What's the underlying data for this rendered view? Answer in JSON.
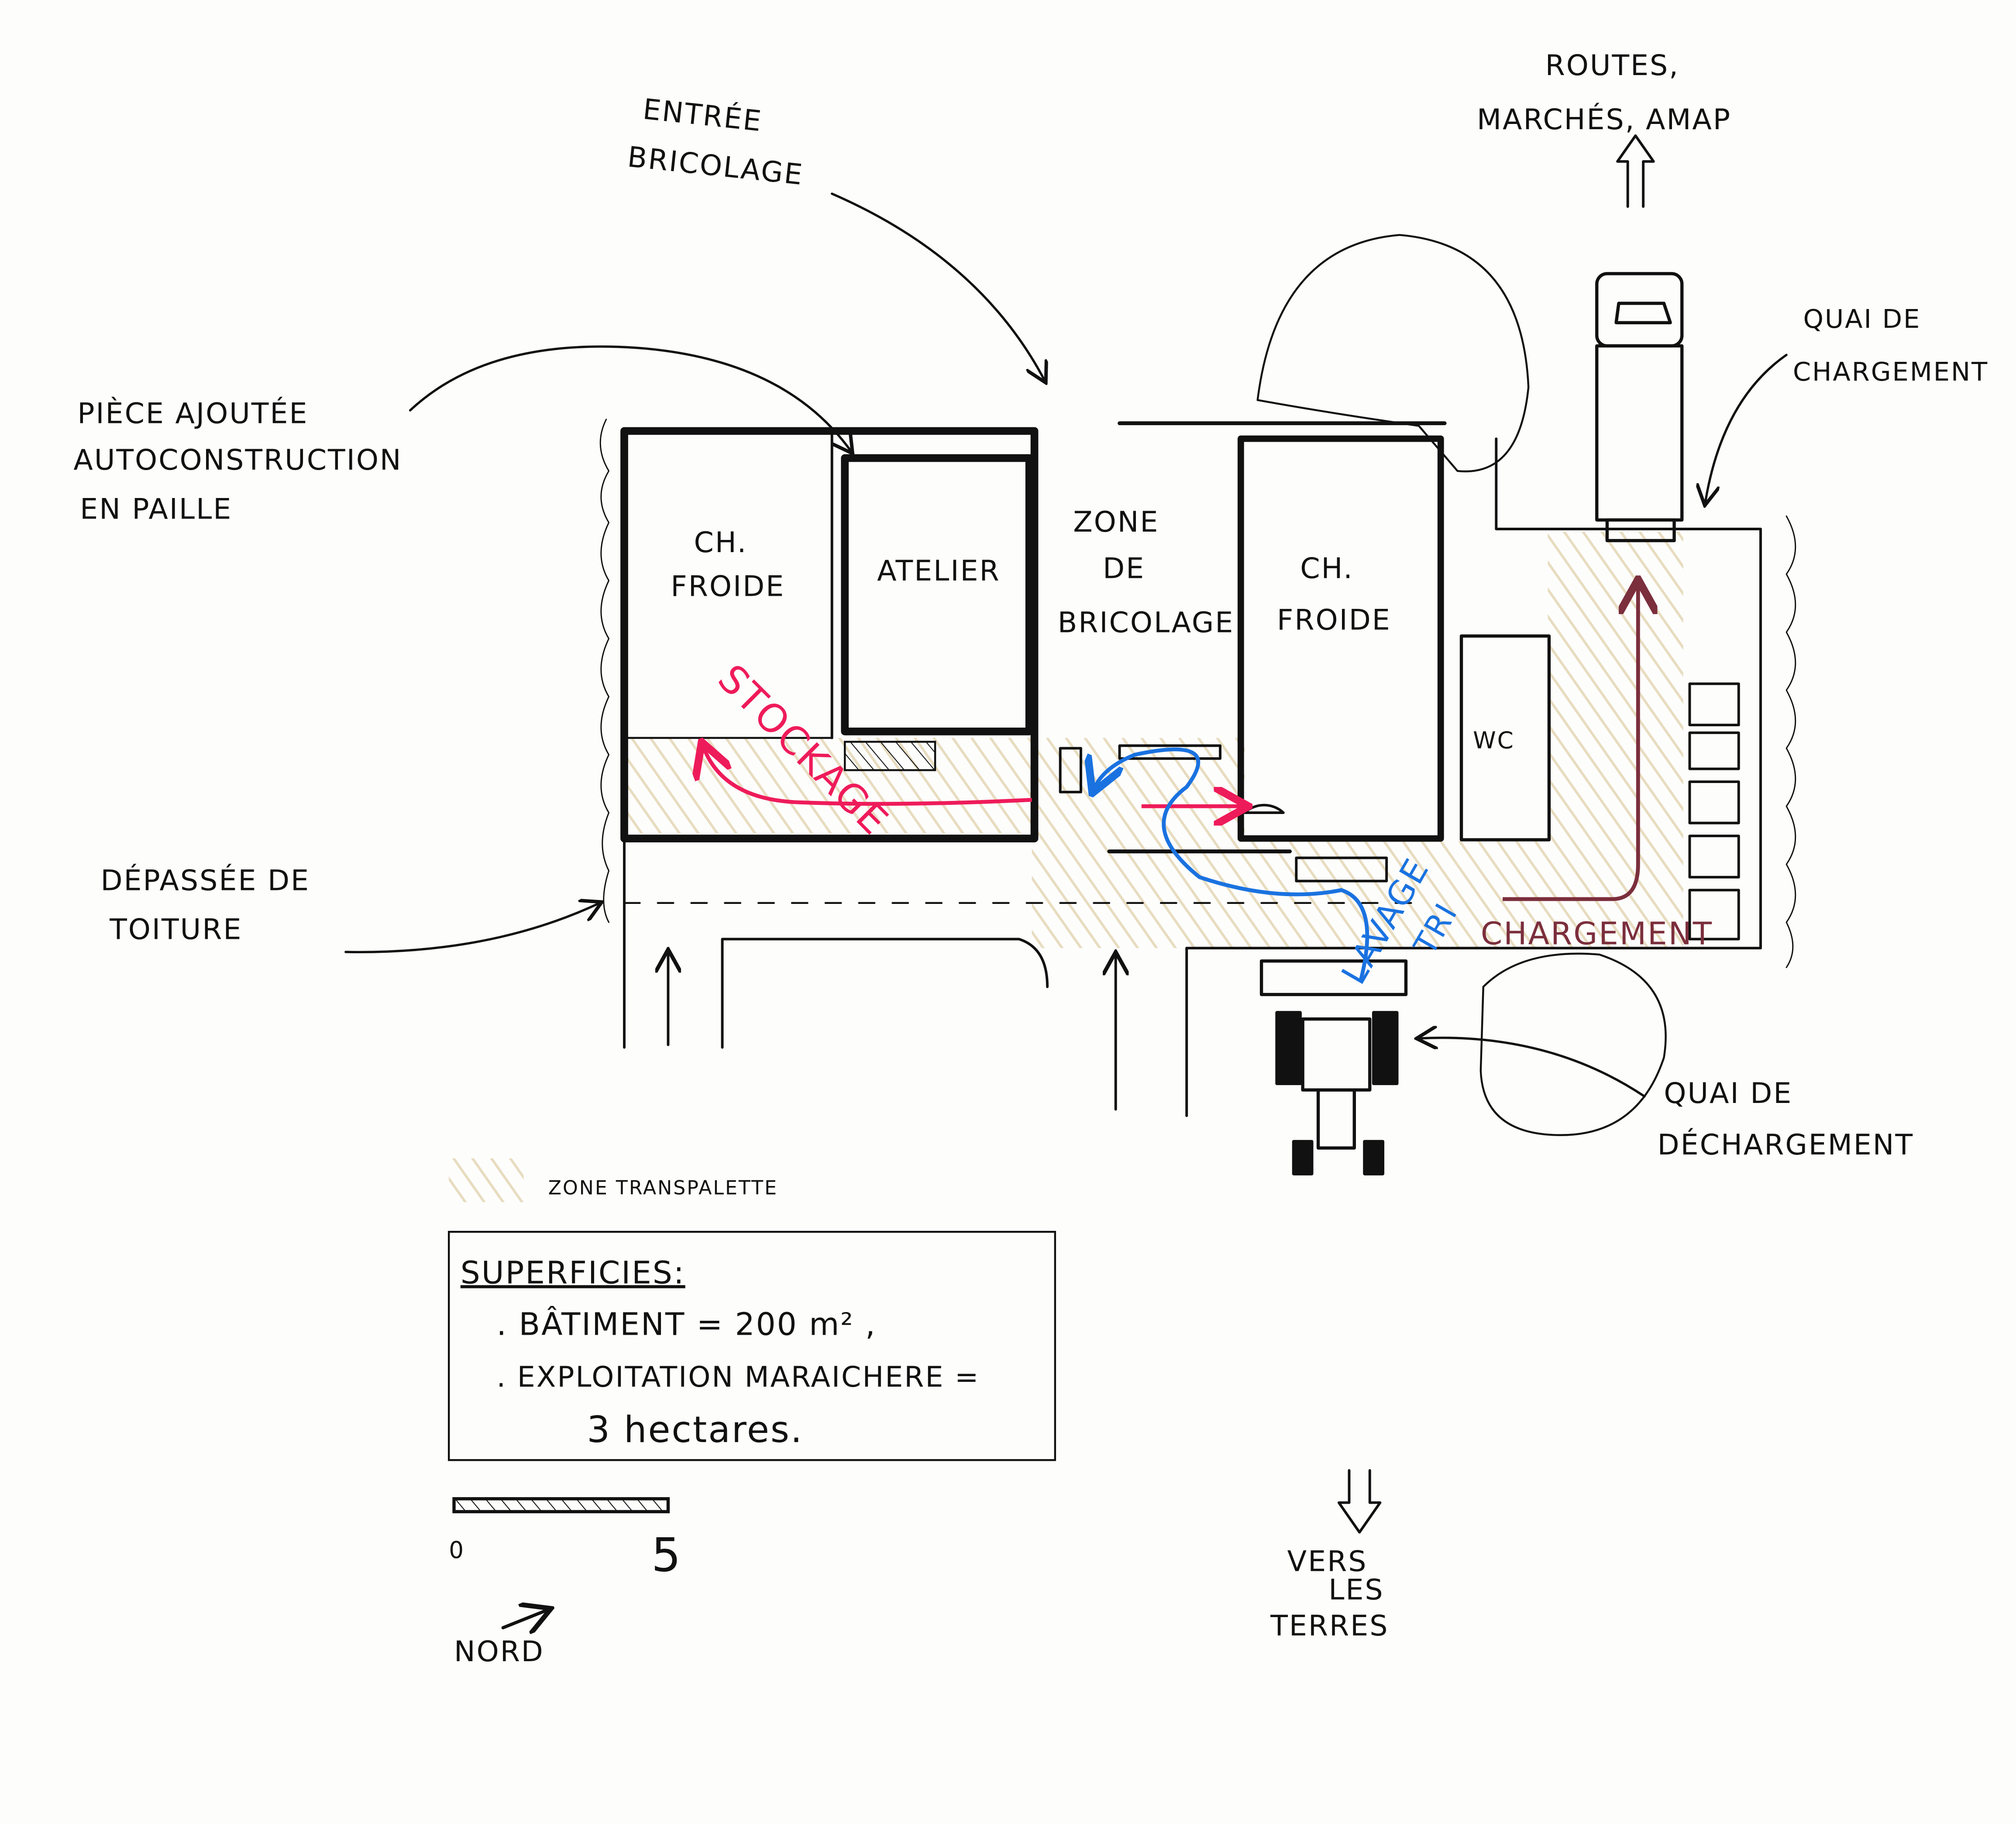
{
  "colors": {
    "ink": "#111111",
    "transpalette_zone": "#e8dcc0",
    "stockage": "#ee1b5a",
    "lavage_tri": "#1a72e0",
    "chargement": "#7b2e3c"
  },
  "annotations": {
    "entree_bricolage": [
      "ENTRÉE",
      "BRICOLAGE"
    ],
    "routes": [
      "ROUTES,",
      "MARCHÉS, AMAP"
    ],
    "quai_chargement": [
      "QUAI DE",
      "CHARGEMENT"
    ],
    "piece_ajoutee": [
      "PIÈCE AJOUTÉE",
      "AUTOCONSTRUCTION",
      "EN PAILLE"
    ],
    "depassee_toiture": [
      "DÉPASSÉE DE",
      "TOITURE"
    ],
    "quai_dechargement": [
      "QUAI DE",
      "DÉCHARGEMENT"
    ],
    "vers_les_terres": [
      "VERS",
      "LES",
      "TERRES"
    ]
  },
  "rooms": {
    "ch_froide_left": [
      "CH.",
      "FROIDE"
    ],
    "atelier": "ATELIER",
    "zone_bricolage": [
      "ZONE",
      "DE",
      "BRICOLAGE"
    ],
    "ch_froide_right": [
      "CH.",
      "FROIDE"
    ],
    "wc": "WC"
  },
  "flows": {
    "stockage": "STOCKAGE",
    "lavage": "LAVAGE",
    "tri": "TRI",
    "chargement": "CHARGEMENT"
  },
  "legend": {
    "zone_transpalette": "ZONE TRANSPALETTE"
  },
  "superficies": {
    "title": "SUPERFICIES:",
    "batiment": ". BÂTIMENT = 200 m² ,",
    "exploitation": ". EXPLOITATION MARAICHERE =",
    "exploitation_value": "3 hectares."
  },
  "scale_bar": {
    "start": "0",
    "end": "5"
  },
  "north": "NORD"
}
